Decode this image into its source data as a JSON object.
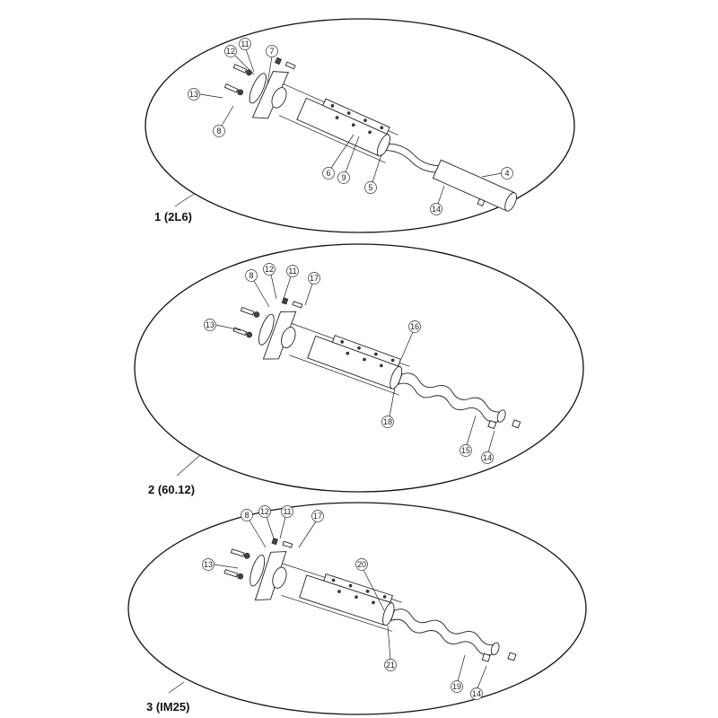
{
  "title": "Exploded parts diagram of three pump rotor/stator variants",
  "views": [
    {
      "label": "1 (2L6)",
      "callouts": [
        "12",
        "11",
        "7",
        "13",
        "8",
        "6",
        "9",
        "5",
        "4",
        "14"
      ]
    },
    {
      "label": "2 (60.12)",
      "callouts": [
        "8",
        "12",
        "11",
        "17",
        "13",
        "16",
        "18",
        "15",
        "14"
      ]
    },
    {
      "label": "3  (IM25)",
      "callouts": [
        "8",
        "12",
        "11",
        "17",
        "13",
        "20",
        "21",
        "19",
        "14"
      ]
    }
  ]
}
